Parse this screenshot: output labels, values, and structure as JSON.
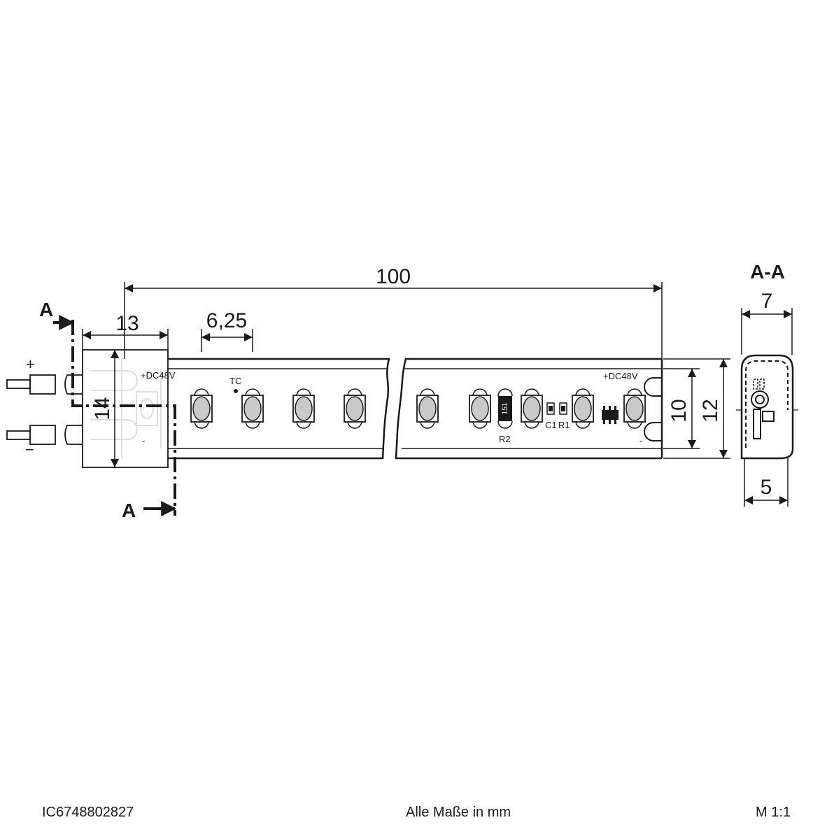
{
  "dimensions": {
    "total_length": "100",
    "connector_length": "13",
    "led_pitch": "6,25",
    "connector_height": "14",
    "pcb_width": "10",
    "profile_height": "12",
    "section_width_outer": "7",
    "section_width_inner": "5"
  },
  "labels": {
    "section_marker": "A",
    "section_title": "A-A",
    "voltage_left": "+DC48V",
    "voltage_right": "+DC48V",
    "plus": "+",
    "minus": "−",
    "minus_small": "-",
    "tc": "TC",
    "r2": "R2",
    "c1": "C1",
    "r1": "R1",
    "resistor_code": "151"
  },
  "footer": {
    "article_number": "IC6748802827",
    "note": "Alle Maße in mm",
    "scale": "M 1:1"
  }
}
